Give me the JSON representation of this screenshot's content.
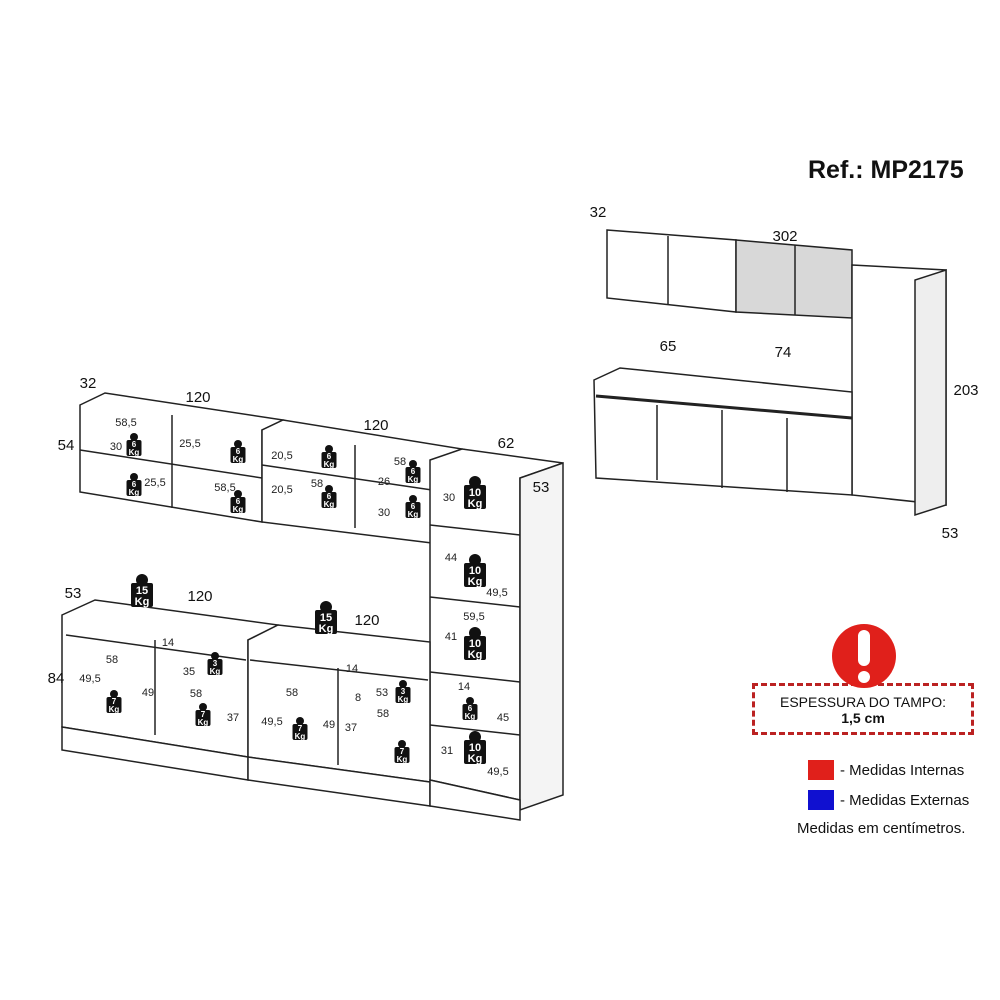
{
  "reference": "Ref.: MP2175",
  "colors": {
    "internal": "#e0201b",
    "external": "#1010d0",
    "warning": "#e0201b"
  },
  "notice": {
    "title": "ESPESSURA DO TAMPO:",
    "value": "1,5 cm",
    "icon": "exclamation-icon"
  },
  "legend": {
    "internal": "- Medidas Internas",
    "external": "- Medidas Externas",
    "units_note": "Medidas em centímetros."
  },
  "overview_dimensions": [
    "32",
    "302",
    "203",
    "53",
    "65",
    "74"
  ],
  "external_dimensions": [
    "32",
    "120",
    "120",
    "62",
    "53",
    "54",
    "53",
    "120",
    "120",
    "84"
  ],
  "internal_dimensions": [
    "58,5",
    "30",
    "25,5",
    "25,5",
    "58,5",
    "20,5",
    "20,5",
    "58",
    "58",
    "26",
    "30",
    "30",
    "44",
    "49,5",
    "59,5",
    "41",
    "14",
    "45",
    "31",
    "49,5",
    "14",
    "58",
    "49,5",
    "49",
    "35",
    "58",
    "37",
    "14",
    "58",
    "49,5",
    "49",
    "8",
    "53",
    "58",
    "37"
  ],
  "weight_unit": "Kg",
  "weights": [
    "6",
    "6",
    "6",
    "6",
    "6",
    "6",
    "6",
    "6",
    "10",
    "10",
    "10",
    "10",
    "6",
    "15",
    "15",
    "3",
    "3",
    "7",
    "7",
    "7",
    "7"
  ]
}
